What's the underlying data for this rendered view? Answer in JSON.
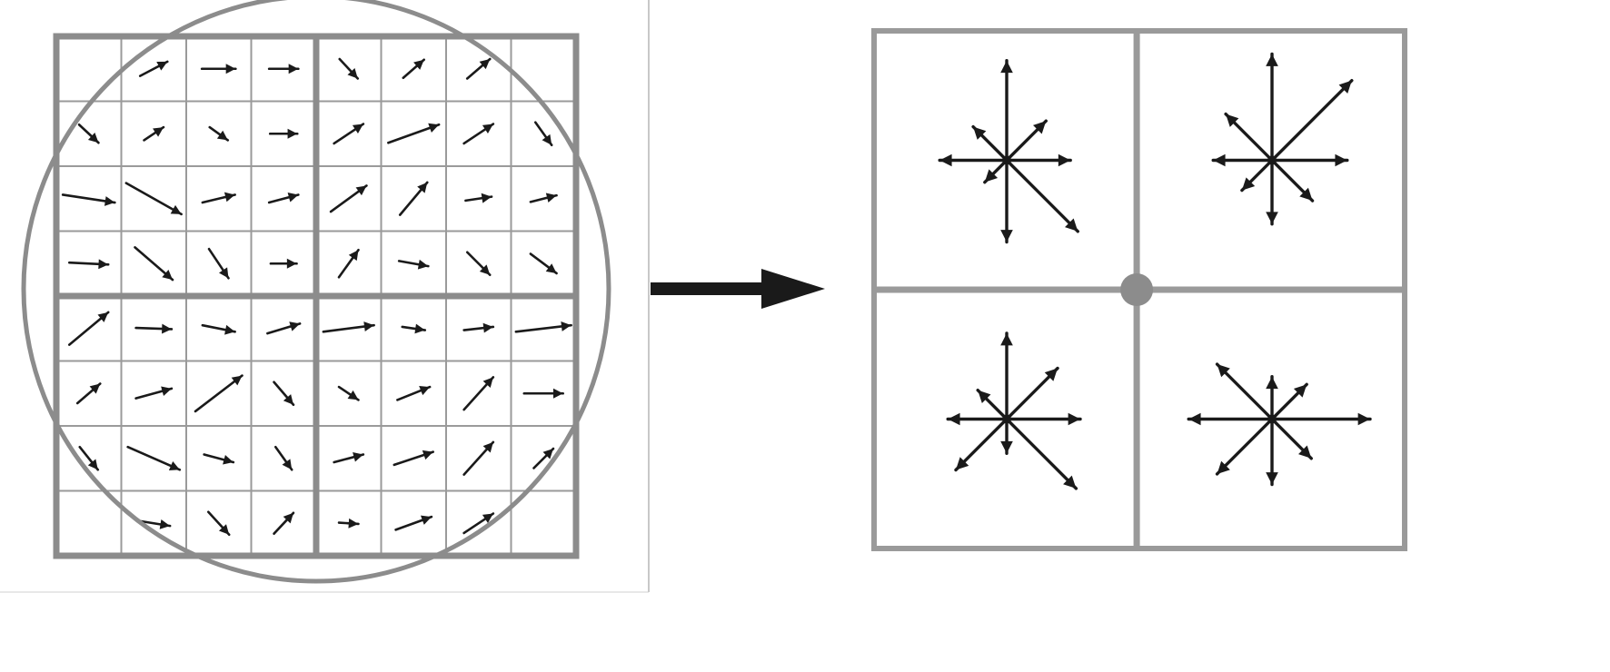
{
  "diagram": {
    "colors": {
      "frame": "#8c8c8c",
      "grid": "#9a9a9a",
      "arrow": "#1a1a1a",
      "center_dot": "#8c8c8c",
      "panel_border": "#9a9a9a",
      "background": "#ffffff"
    },
    "left_panel": {
      "grid_cells": 8,
      "quadrants": 2,
      "gradient_arrows": [
        [
          1,
          0,
          0.42,
          -0.22,
          0.7
        ],
        [
          2,
          0,
          0.52,
          0,
          0.7
        ],
        [
          3,
          0,
          0.45,
          0,
          1.0
        ],
        [
          3,
          1,
          0.42,
          0,
          1.0
        ],
        [
          3,
          3,
          0.4,
          0,
          1.0
        ],
        [
          4,
          0,
          0.28,
          0.3,
          0.7
        ],
        [
          5,
          0,
          0.32,
          -0.28,
          0.7
        ],
        [
          6,
          0,
          0.35,
          -0.3,
          0.7
        ],
        [
          0,
          1,
          0.3,
          0.28,
          0.7
        ],
        [
          1,
          1,
          0.3,
          -0.2,
          0.7
        ],
        [
          2,
          1,
          0.28,
          0.2,
          0.7
        ],
        [
          4,
          1,
          0.45,
          -0.3,
          0.7
        ],
        [
          5,
          1,
          0.78,
          -0.28,
          0.7
        ],
        [
          6,
          1,
          0.45,
          -0.3,
          0.7
        ],
        [
          7,
          1,
          0.25,
          0.35,
          0.7
        ],
        [
          0,
          2,
          0.8,
          0.12,
          0.7
        ],
        [
          1,
          2,
          0.85,
          0.48,
          0.7
        ],
        [
          2,
          2,
          0.5,
          -0.12,
          0.7
        ],
        [
          3,
          2,
          0.45,
          -0.12,
          0.7
        ],
        [
          4,
          2,
          0.55,
          -0.4,
          0.7
        ],
        [
          5,
          2,
          0.42,
          -0.5,
          0.7
        ],
        [
          6,
          2,
          0.4,
          -0.06,
          0.7
        ],
        [
          7,
          2,
          0.4,
          -0.1,
          0.7
        ],
        [
          0,
          3,
          0.6,
          0.03,
          0.7
        ],
        [
          1,
          3,
          0.58,
          0.5,
          0.7
        ],
        [
          2,
          3,
          0.3,
          0.45,
          0.7
        ],
        [
          4,
          3,
          0.3,
          -0.42,
          0.7
        ],
        [
          5,
          3,
          0.45,
          0.08,
          0.7
        ],
        [
          6,
          3,
          0.35,
          0.35,
          0.7
        ],
        [
          7,
          3,
          0.4,
          0.3,
          0.7
        ],
        [
          0,
          4,
          0.6,
          -0.5,
          0.7
        ],
        [
          1,
          4,
          0.55,
          0.02,
          0.7
        ],
        [
          2,
          4,
          0.5,
          0.1,
          0.7
        ],
        [
          3,
          4,
          0.5,
          -0.15,
          0.7
        ],
        [
          4,
          4,
          0.78,
          -0.1,
          0.7
        ],
        [
          5,
          4,
          0.35,
          0.05,
          0.7
        ],
        [
          6,
          4,
          0.45,
          -0.05,
          0.7
        ],
        [
          7,
          4,
          0.85,
          -0.1,
          0.7
        ],
        [
          0,
          5,
          0.35,
          -0.3,
          0.7
        ],
        [
          1,
          5,
          0.55,
          -0.15,
          0.7
        ],
        [
          2,
          5,
          0.72,
          -0.55,
          0.7
        ],
        [
          3,
          5,
          0.3,
          0.35,
          0.7
        ],
        [
          4,
          5,
          0.3,
          0.2,
          0.7
        ],
        [
          5,
          5,
          0.5,
          -0.2,
          0.7
        ],
        [
          6,
          5,
          0.45,
          -0.5,
          0.7
        ],
        [
          7,
          5,
          0.6,
          0,
          0.7
        ],
        [
          0,
          6,
          0.28,
          0.35,
          0.7
        ],
        [
          1,
          6,
          0.8,
          0.35,
          0.7
        ],
        [
          2,
          6,
          0.45,
          0.12,
          0.7
        ],
        [
          3,
          6,
          0.25,
          0.35,
          0.7
        ],
        [
          4,
          6,
          0.45,
          -0.12,
          0.7
        ],
        [
          5,
          6,
          0.6,
          -0.2,
          0.7
        ],
        [
          6,
          6,
          0.45,
          -0.5,
          0.7
        ],
        [
          7,
          6,
          0.3,
          -0.3,
          0.7
        ],
        [
          1,
          7,
          0.5,
          0.08,
          0.7
        ],
        [
          2,
          7,
          0.32,
          0.35,
          0.7
        ],
        [
          3,
          7,
          0.3,
          -0.32,
          0.7
        ],
        [
          4,
          7,
          0.3,
          0.02,
          0.7
        ],
        [
          5,
          7,
          0.55,
          -0.2,
          0.7
        ],
        [
          6,
          7,
          0.45,
          -0.3,
          0.7
        ]
      ]
    },
    "right_panel": {
      "quadrants": 2,
      "histograms": [
        [
          0.78,
          0.68,
          1.22,
          0.58,
          0.82,
          0.38,
          1.0,
          1.23
        ],
        [
          0.92,
          1.38,
          1.3,
          0.8,
          0.72,
          0.52,
          0.78,
          0.7
        ],
        [
          0.9,
          0.88,
          1.05,
          0.5,
          0.72,
          0.88,
          0.42,
          1.2
        ],
        [
          1.2,
          0.6,
          0.52,
          0.95,
          1.02,
          0.95,
          0.8,
          0.68
        ]
      ]
    }
  }
}
